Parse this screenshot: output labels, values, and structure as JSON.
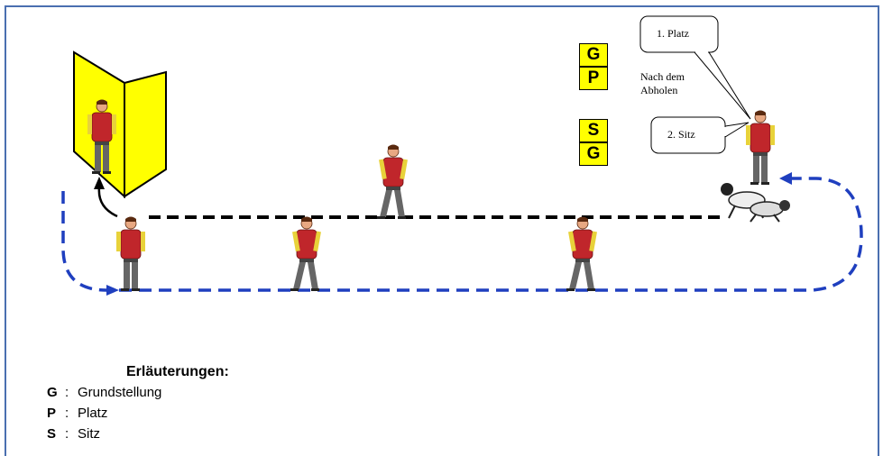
{
  "commands": {
    "top": [
      "G",
      "P"
    ],
    "bottom": [
      "S",
      "G"
    ]
  },
  "bubbles": {
    "first": "1. Platz",
    "second": "2. Sitz"
  },
  "note": {
    "line1": "Nach dem",
    "line2": "Abholen"
  },
  "legend": {
    "title": "Erläuterungen:",
    "items": [
      {
        "key": "G",
        "sep": ":",
        "label": "Grundstellung"
      },
      {
        "key": "P",
        "sep": ":",
        "label": "Platz"
      },
      {
        "key": "S",
        "sep": ":",
        "label": "Sitz"
      }
    ]
  },
  "colors": {
    "frame": "#4a6fb0",
    "path_blue": "#1f3fbf",
    "path_black": "#000000",
    "blind": "#ffff00",
    "vest": "#c0262b",
    "command_box": "#ffff00"
  }
}
